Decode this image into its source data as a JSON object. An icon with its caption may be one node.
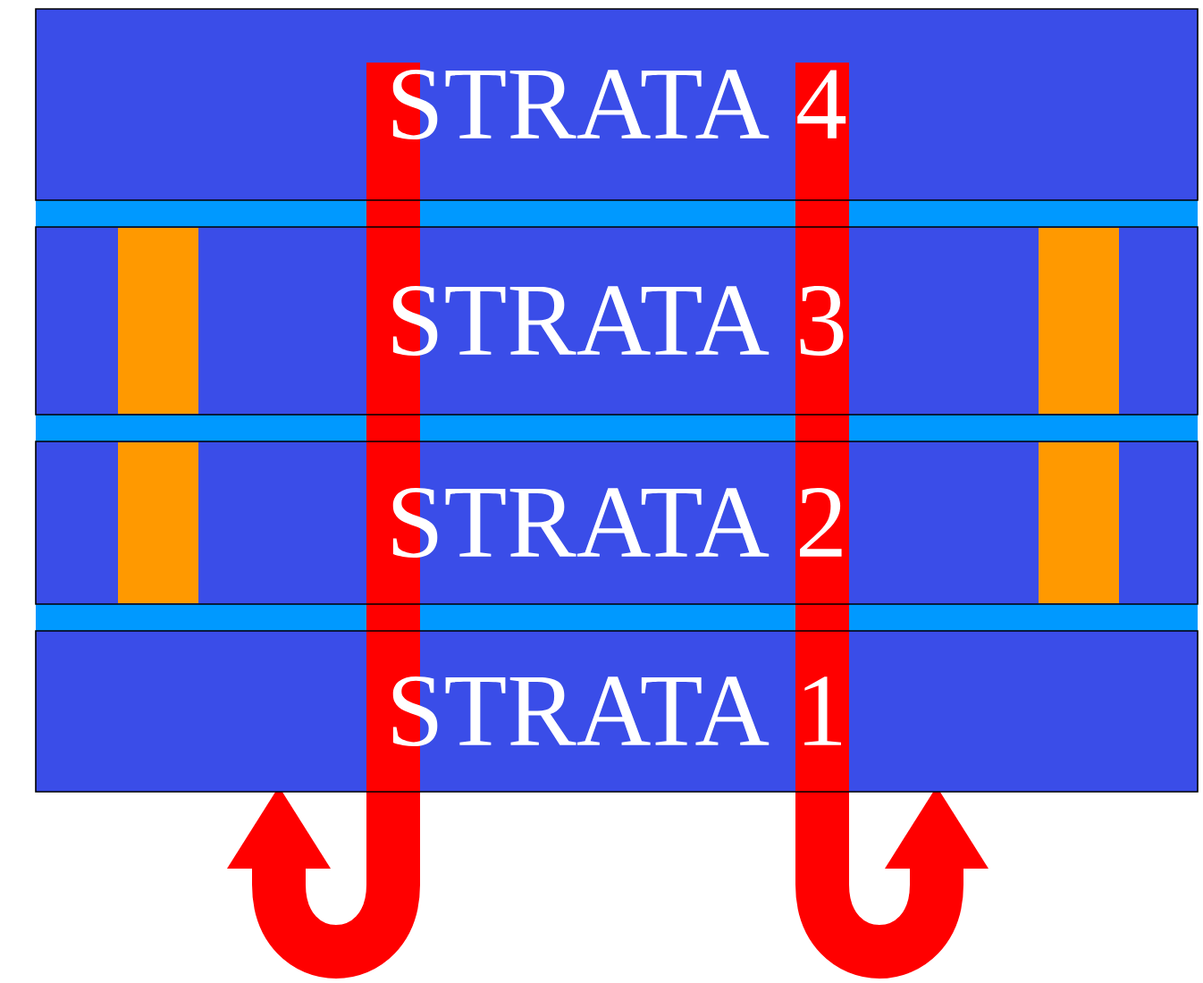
{
  "diagram": {
    "nodes": [
      {
        "text": [
          "STRATA 4"
        ]
      },
      {
        "text": [
          "STRATA 3"
        ]
      },
      {
        "text": [
          "STRATA 2"
        ]
      },
      {
        "text": [
          "STRATA 1"
        ]
      },
      {
        "text": [],
        "shape": "bar",
        "in": 1
      },
      {
        "text": [],
        "shape": "bar",
        "in": 1
      },
      {
        "text": [],
        "shape": "bar",
        "in": 2
      },
      {
        "text": [],
        "shape": "bar",
        "in": 2
      }
    ]
  }
}
